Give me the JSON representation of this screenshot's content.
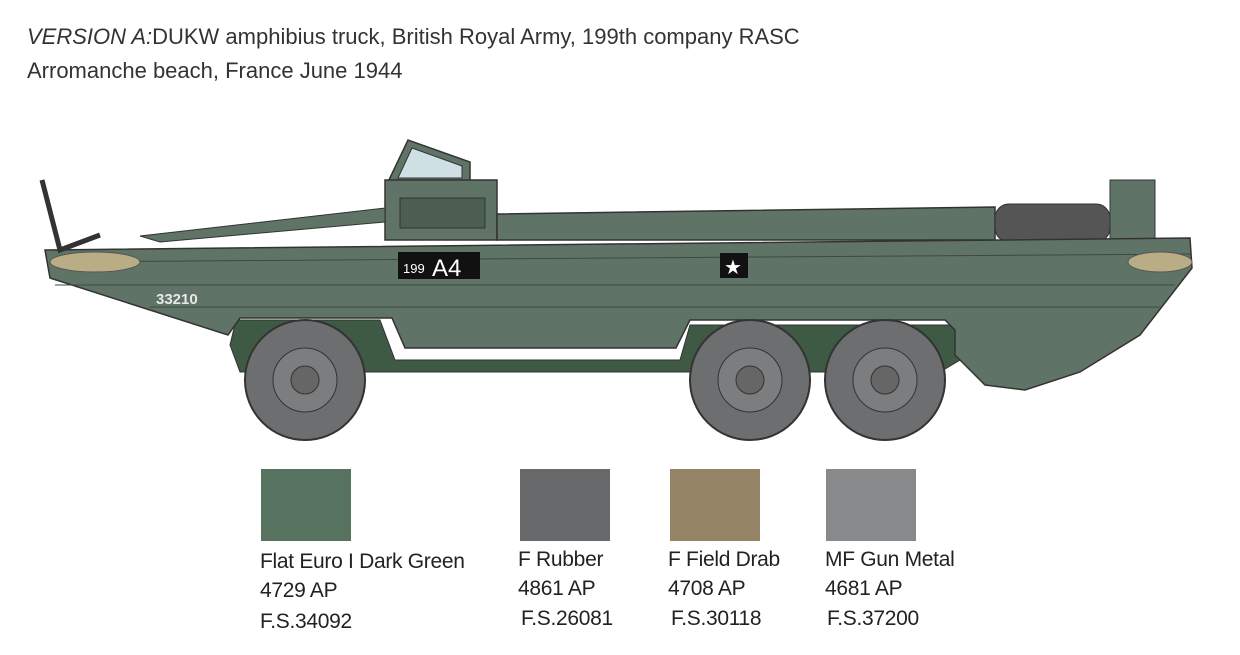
{
  "header": {
    "version_label": "VERSION A:",
    "line1": "DUKW amphibius truck, British Royal Army, 199th company RASC",
    "line2": "Arromanche beach, France June 1944"
  },
  "vehicle": {
    "serial": "33210",
    "unit_marking_small": "199",
    "unit_marking_large": "A4",
    "star": "★",
    "colors": {
      "hull": "#5f7466",
      "lower": "#3e5944",
      "tire": "#6d6e70",
      "net": "#b9ad86"
    }
  },
  "paints": [
    {
      "name": "Flat Euro I Dark Green",
      "code": "4729 AP",
      "fs": "F.S.34092",
      "color": "#587260"
    },
    {
      "name": "F Rubber",
      "code": "4861 AP",
      "fs": "F.S.26081",
      "color": "#68696b"
    },
    {
      "name": "F Field Drab",
      "code": "4708 AP",
      "fs": "F.S.30118",
      "color": "#958465"
    },
    {
      "name": "MF Gun Metal",
      "code": "4681 AP",
      "fs": "F.S.37200",
      "color": "#88898b"
    }
  ]
}
